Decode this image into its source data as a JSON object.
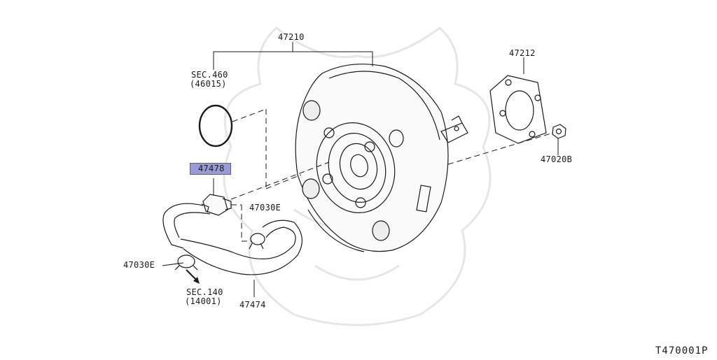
{
  "parts": {
    "booster": "47210",
    "gasket": "47212",
    "oring_sec": "SEC.460",
    "oring_ref": "(46015)",
    "check_valve": "47478",
    "clamp_upper": "47030E",
    "nut": "47020B",
    "clamp_lower": "47030E",
    "hose": "47474",
    "intake_sec": "SEC.140",
    "intake_ref": "(14001)"
  },
  "footer": {
    "code": "T470001P"
  },
  "colors": {
    "line": "#1a1a1a",
    "highlight": "#9a9bd6",
    "watermark": "#e6e6e6"
  }
}
